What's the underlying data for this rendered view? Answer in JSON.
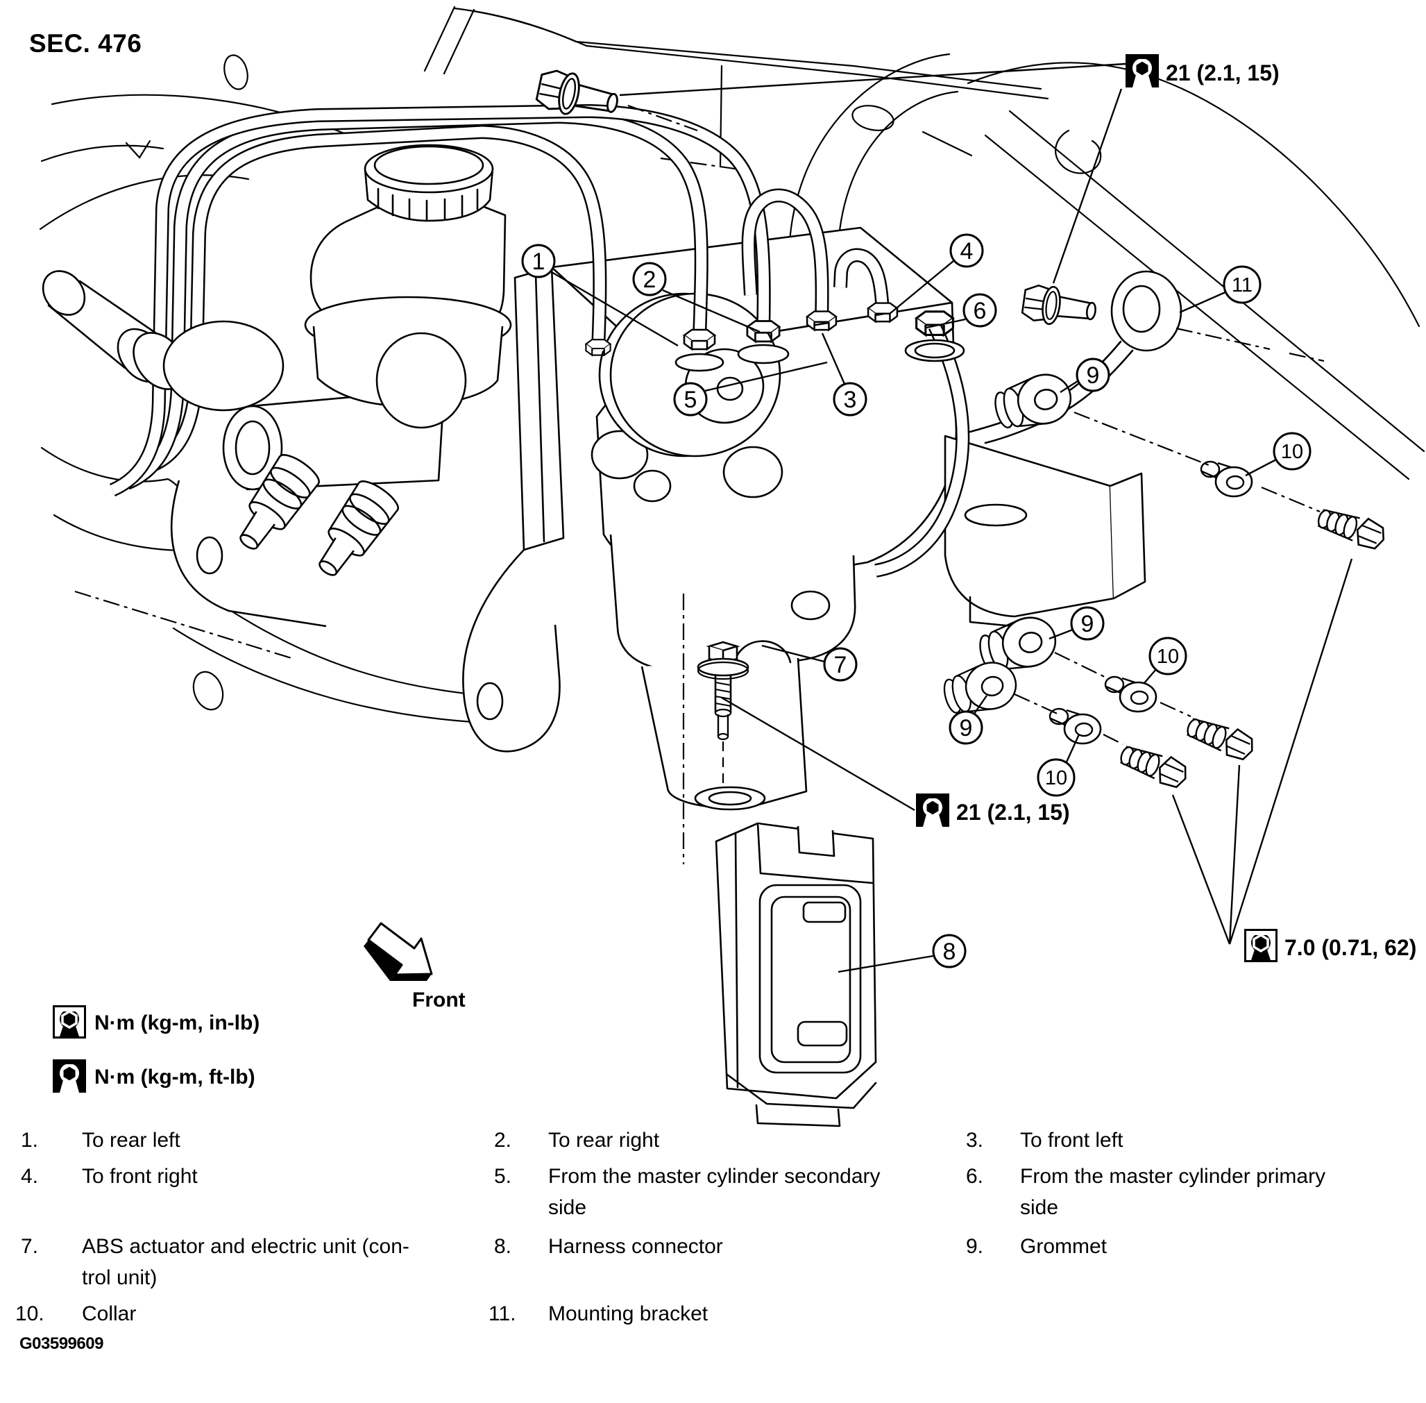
{
  "title": "SEC. 476",
  "figure_code": "G03599609",
  "front_label": "Front",
  "torque": {
    "top_right": "21 (2.1, 15)",
    "center": "21 (2.1, 15)",
    "bottom_right": "7.0 (0.71, 62)"
  },
  "legend": {
    "in_lb": "N·m (kg-m, in-lb)",
    "ft_lb": "N·m (kg-m, ft-lb)"
  },
  "callout_labels": {
    "c1": "1",
    "c2": "2",
    "c3": "3",
    "c4": "4",
    "c5": "5",
    "c6": "6",
    "c7": "7",
    "c8": "8",
    "c9": "9",
    "c10": "10",
    "c11": "11"
  },
  "parts": [
    {
      "num": "1.",
      "lines": [
        "To rear left"
      ]
    },
    {
      "num": "2.",
      "lines": [
        "To rear right"
      ]
    },
    {
      "num": "3.",
      "lines": [
        "To front left"
      ]
    },
    {
      "num": "4.",
      "lines": [
        "To front right"
      ]
    },
    {
      "num": "5.",
      "lines": [
        "From the master cylinder secondary",
        "side"
      ]
    },
    {
      "num": "6.",
      "lines": [
        "From the master cylinder primary",
        "side"
      ]
    },
    {
      "num": "7.",
      "lines": [
        "ABS actuator and electric unit (con-",
        "trol unit)"
      ]
    },
    {
      "num": "8.",
      "lines": [
        "Harness connector"
      ]
    },
    {
      "num": "9.",
      "lines": [
        "Grommet"
      ]
    },
    {
      "num": "10.",
      "lines": [
        "Collar"
      ]
    },
    {
      "num": "11.",
      "lines": [
        "Mounting bracket"
      ]
    }
  ]
}
